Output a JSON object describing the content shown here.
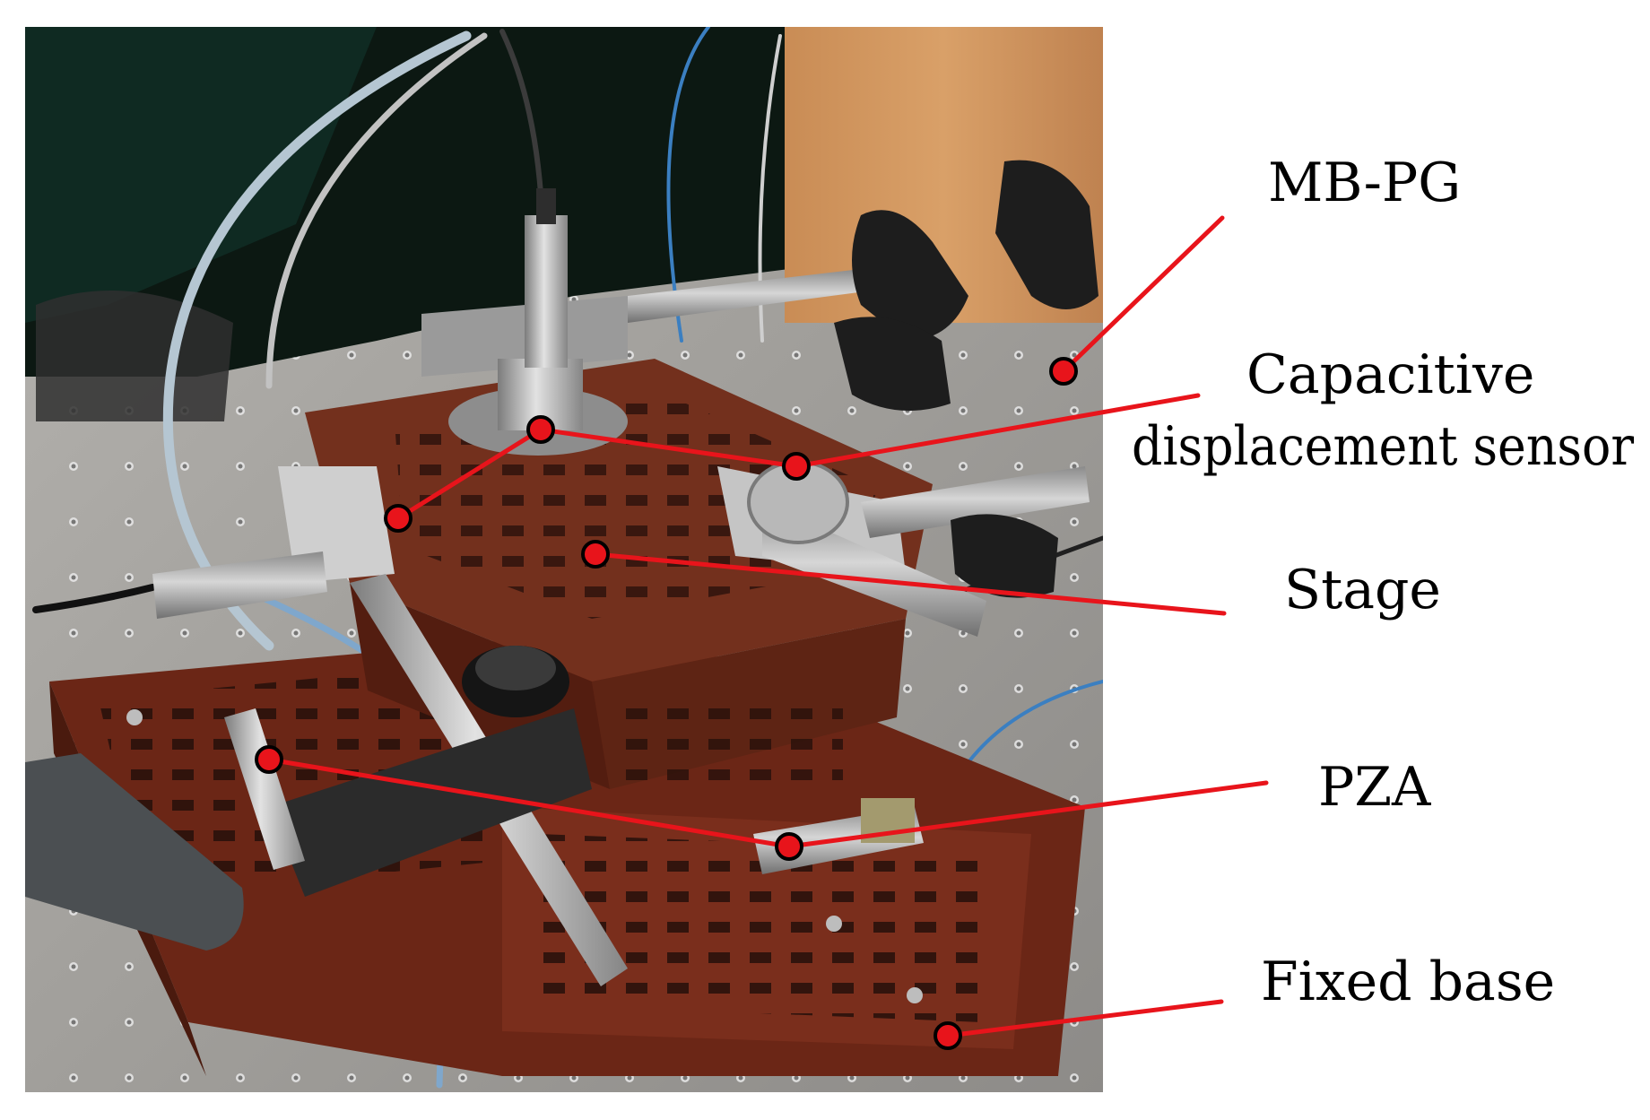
{
  "labels": {
    "mbpg": "MB-PG",
    "capacitive_line1": "Capacitive",
    "capacitive_line2": "displacement sensor",
    "stage": "Stage",
    "pza": "PZA",
    "fixed_base": "Fixed base"
  },
  "colors": {
    "leader_line": "#e8141b",
    "marker_fill": "#e8141b",
    "marker_stroke": "#000000",
    "label_text": "#000000",
    "background": "#ffffff"
  }
}
